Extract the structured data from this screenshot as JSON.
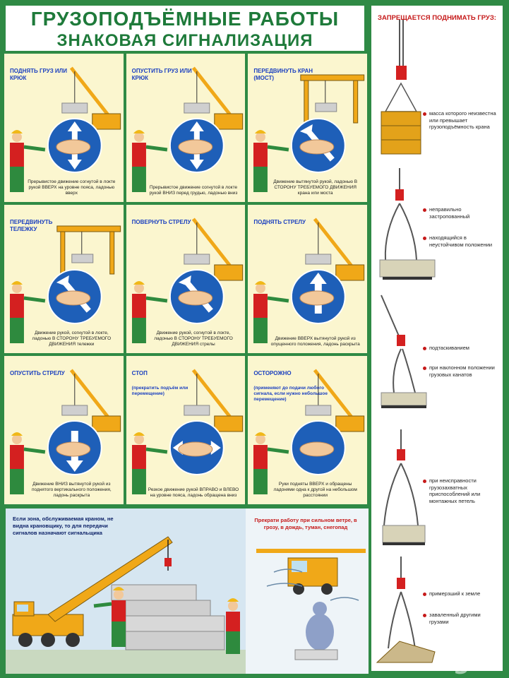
{
  "header": {
    "title": "ГРУЗОПОДЪЁМНЫЕ РАБОТЫ",
    "subtitle": "ЗНАКОВАЯ СИГНАЛИЗАЦИЯ"
  },
  "signals": [
    {
      "label": "ПОДНЯТЬ ГРУЗ ИЛИ КРЮК",
      "sub": "",
      "caption": "Прерывистое движение согнутой в локте рукой ВВЕРХ на уровне пояса, ладонью вверх",
      "arrow": "vertical"
    },
    {
      "label": "ОПУСТИТЬ ГРУЗ ИЛИ КРЮК",
      "sub": "",
      "caption": "Прерывистое движение согнутой в локте рукой ВНИЗ перед грудью, ладонью вниз",
      "arrow": "vertical"
    },
    {
      "label": "ПЕРЕДВИНУТЬ КРАН (МОСТ)",
      "sub": "",
      "caption": "Движение вытянутой рукой, ладонью В СТОРОНУ ТРЕБУЕМОГО ДВИЖЕНИЯ крана или моста",
      "arrow": "diag"
    },
    {
      "label": "ПЕРЕДВИНУТЬ ТЕЛЕЖКУ",
      "sub": "",
      "caption": "Движение рукой, согнутой в локте, ладонью В СТОРОНУ ТРЕБУЕМОГО ДВИЖЕНИЯ тележки",
      "arrow": "diag"
    },
    {
      "label": "ПОВЕРНУТЬ СТРЕЛУ",
      "sub": "",
      "caption": "Движение рукой, согнутой в локте, ладонью В СТОРОНУ ТРЕБУЕМОГО ДВИЖЕНИЯ стрелы",
      "arrow": "diag"
    },
    {
      "label": "ПОДНЯТЬ СТРЕЛУ",
      "sub": "",
      "caption": "Движение ВВЕРХ вытянутой рукой из опущенного положения, ладонь раскрыта",
      "arrow": "up"
    },
    {
      "label": "ОПУСТИТЬ СТРЕЛУ",
      "sub": "",
      "caption": "Движение ВНИЗ вытянутой рукой из поднятого вертикального положения, ладонь раскрыта",
      "arrow": "down"
    },
    {
      "label": "СТОП",
      "sub": "(прекратить подъём или перемещение)",
      "caption": "Резкое движение рукой ВПРАВО и ВЛЕВО на уровне пояса, ладонь обращена вниз",
      "arrow": "horizontal"
    },
    {
      "label": "ОСТОРОЖНО",
      "sub": "(применяют до подачи любого сигнала, если нужно небольшое перемещение)",
      "caption": "Руки подняты ВВЕРХ и обращены ладонями одна к другой на небольшом расстоянии",
      "arrow": "none"
    }
  ],
  "bottom": {
    "left_text": "Если зона, обслуживаемая краном, не видна крановщику, то для передачи сигналов назначают сигнальщика",
    "right_text": "Прекрати работу при сильном ветре, в грозу, в дождь, туман, снегопад"
  },
  "side": {
    "title": "ЗАПРЕЩАЕТСЯ ПОДНИМАТЬ ГРУЗ:",
    "notes": [
      "масса которого неизвестна или превышает грузоподъёмность крана",
      "неправильно застропованный",
      "находящийся в неустойчивом положении",
      "подтаскиванием",
      "при наклонном положении грузовых канатов",
      "при неисправности грузозахватных приспособлений или монтажных петель",
      "примерзший к земле",
      "заваленный другими грузами"
    ]
  },
  "watermark": "gde",
  "colors": {
    "frame_green": "#2f8a45",
    "panel_yellow": "#fbf6cf",
    "label_blue": "#1a3fc0",
    "warning_red": "#c61a1a",
    "crane_orange": "#f0a818",
    "sign_blue": "#1e5fb8"
  }
}
